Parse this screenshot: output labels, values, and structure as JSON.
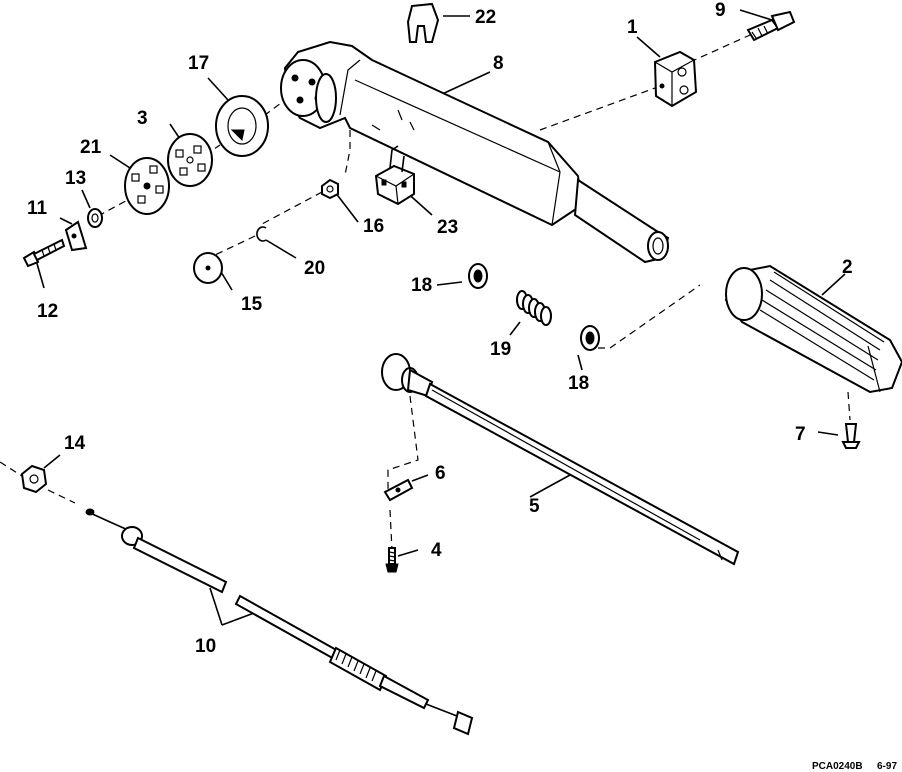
{
  "labels": {
    "p1": "1",
    "p2": "2",
    "p3": "3",
    "p4": "4",
    "p5": "5",
    "p6": "6",
    "p7": "7",
    "p8": "8",
    "p9": "9",
    "p10": "10",
    "p11": "11",
    "p12": "12",
    "p13": "13",
    "p14": "14",
    "p15": "15",
    "p16": "16",
    "p17": "17",
    "p18a": "18",
    "p18b": "18",
    "p19": "19",
    "p20": "20",
    "p21": "21",
    "p22": "22",
    "p23": "23"
  },
  "footer": {
    "code": "PCA0240B",
    "date": "6-97"
  }
}
